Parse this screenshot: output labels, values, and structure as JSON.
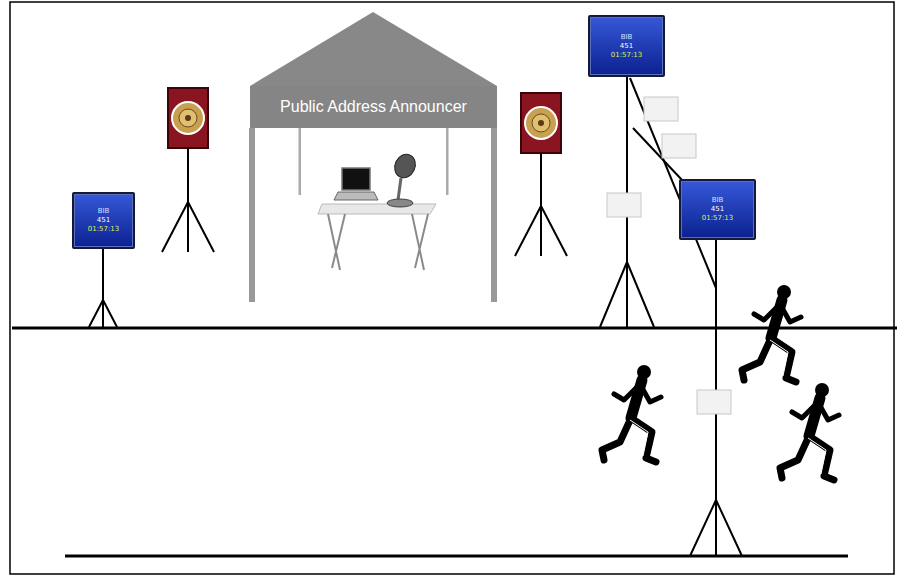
{
  "diagram": {
    "nodes": [
      {
        "text": [
          "BIB",
          "451",
          "01:57:13"
        ]
      },
      {
        "text": [
          "Public Address Announcer"
        ]
      },
      {
        "text": [
          "BIB",
          "451",
          "01:57:13"
        ]
      },
      {
        "text": [
          "BIB",
          "451",
          "01:57:13"
        ]
      }
    ]
  }
}
